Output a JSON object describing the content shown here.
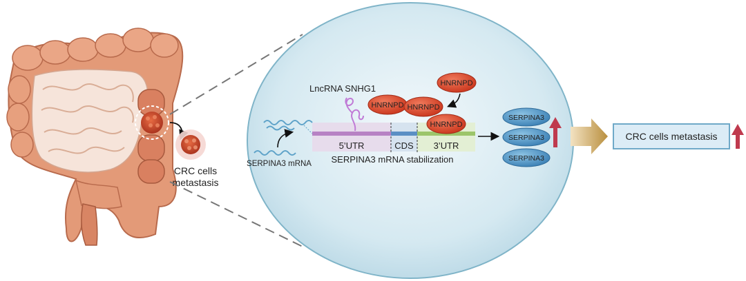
{
  "colon_section": {
    "tumor_label_line1": "CRC cells",
    "tumor_label_line2": "metastasis"
  },
  "cell_section": {
    "lncrna_label": "LncRNA SNHG1",
    "mrna_label": "SERPINA3 mRNA",
    "stabilization_label": "SERPINA3 mRNA stabilization",
    "segments": {
      "utr5": "5’UTR",
      "cds": "CDS",
      "utr3": "3’UTR"
    },
    "hnrnpd_labels": [
      "HNRNPD",
      "HNRNPD",
      "HNRNPD",
      "HNRNPD"
    ],
    "serpina3_labels": [
      "SERPINA3",
      "SERPINA3",
      "SERPINA3"
    ]
  },
  "outcome": {
    "box_label": "CRC cells metastasis"
  },
  "colors": {
    "cell_fill": "#d3e8f0",
    "cell_border": "#7fb4c8",
    "hnrnpd": "#d9472b",
    "serpina3": "#4e96c6",
    "up_arrow": "#bf3a4e",
    "utr5_band": "#e7dcec",
    "cds_band": "#d6e3ef",
    "utr3_band": "#e3efd4",
    "outcome_box": "#dcecf6",
    "colon_tissue": "#dd8f6c",
    "tumor": "#c8462e"
  }
}
